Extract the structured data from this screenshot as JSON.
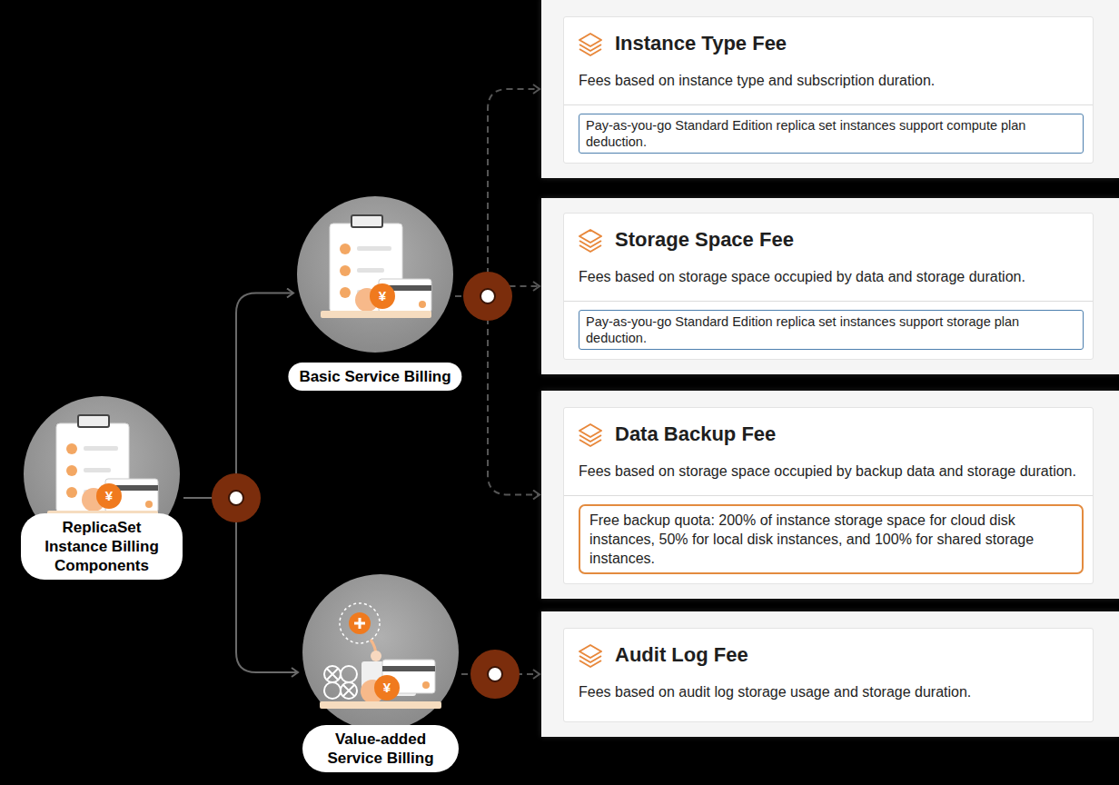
{
  "diagram": {
    "nodes": [
      {
        "text": [
          "ReplicaSet Instance Billing Components"
        ]
      },
      {
        "text": [
          "Basic Service Billing"
        ]
      },
      {
        "text": [
          "Instance Type Fee",
          "Fees based on instance type and subscription duration."
        ]
      },
      {
        "text": [
          "Pay-as-you-go Standard Edition replica set instances support compute plan deduction."
        ],
        "in": 2
      },
      {
        "text": [
          "Storage Space Fee",
          "Fees based on storage space occupied by data and storage duration."
        ]
      },
      {
        "text": [
          "Pay-as-you-go Standard Edition replica set instances support storage plan deduction."
        ],
        "in": 4
      },
      {
        "text": [
          "Data Backup Fee",
          "Fees based on storage space occupied by backup data and storage duration."
        ]
      },
      {
        "text": [
          "Free backup quota: 200% of instance storage space for cloud disk instances, 50% for local disk instances, and 100% for shared storage instances."
        ],
        "in": 6
      },
      {
        "text": [
          "Value-added Service Billing"
        ]
      },
      {
        "text": [
          "Audit Log Fee",
          "Fees based on audit log storage usage and storage duration."
        ]
      }
    ],
    "edges": [
      {
        "from": 0,
        "to": 1,
        "arrow": "to"
      },
      {
        "from": 0,
        "to": 8,
        "arrow": "to"
      },
      {
        "from": 1,
        "to": 2,
        "arrow": "to"
      },
      {
        "from": 1,
        "to": 4,
        "arrow": "to"
      },
      {
        "from": 1,
        "to": 6,
        "arrow": "to"
      },
      {
        "from": 8,
        "to": 9,
        "arrow": "to"
      }
    ],
    "labels": [
      "¥",
      "¥",
      "¥"
    ]
  }
}
